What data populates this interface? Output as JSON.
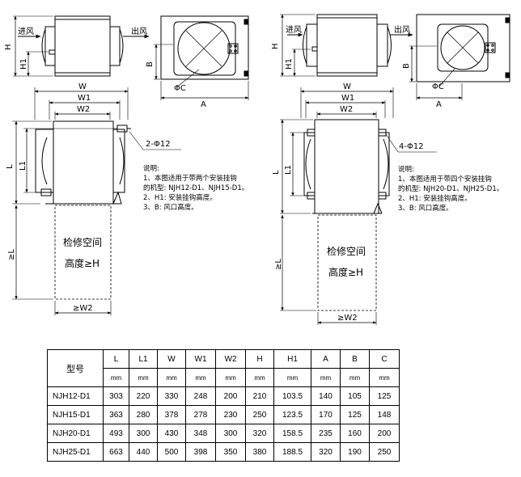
{
  "labels": {
    "inlet": "进风",
    "outlet": "出风",
    "H": "H",
    "H1": "H1",
    "B": "B",
    "A": "A",
    "phiC": "ΦC",
    "W": "W",
    "W1": "W1",
    "W2": "W2",
    "L": "L",
    "L1": "L1",
    "geL": "≥L",
    "geW2": "≥W2",
    "holes_left": "2-Φ12",
    "holes_right": "4-Φ12",
    "service_space": "检修空间",
    "height_ge_H": "高度≥H"
  },
  "notes": {
    "title": "说明:",
    "line1": "1、本图适用于带两个安装挂钩",
    "line2": "的机型: NJH12-D1、NJH15-D1。",
    "line3": "2、H1: 安装挂钩高度。",
    "line4": "3、B: 风口高度。"
  },
  "notes_right": {
    "title": "说明:",
    "line1": "1、本图适用于带四个安装挂钩",
    "line2": "的机型: NJH20-D1、NJH25-D1。",
    "line3": "2、H1: 安装挂钩高度。",
    "line4": "3、B: 风口高度。"
  },
  "table": {
    "model_header": "型号",
    "columns": [
      "L",
      "L1",
      "W",
      "W1",
      "W2",
      "H",
      "H1",
      "A",
      "B",
      "C"
    ],
    "unit": "mm",
    "rows": [
      {
        "model": "NJH12-D1",
        "values": [
          "303",
          "220",
          "330",
          "248",
          "200",
          "210",
          "103.5",
          "140",
          "105",
          "125"
        ]
      },
      {
        "model": "NJH15-D1",
        "values": [
          "363",
          "280",
          "378",
          "278",
          "230",
          "250",
          "123.5",
          "170",
          "125",
          "148"
        ]
      },
      {
        "model": "NJH20-D1",
        "values": [
          "493",
          "300",
          "430",
          "348",
          "300",
          "320",
          "158.5",
          "235",
          "160",
          "200"
        ]
      },
      {
        "model": "NJH25-D1",
        "values": [
          "663",
          "440",
          "500",
          "398",
          "350",
          "380",
          "188.5",
          "320",
          "190",
          "250"
        ]
      }
    ]
  }
}
